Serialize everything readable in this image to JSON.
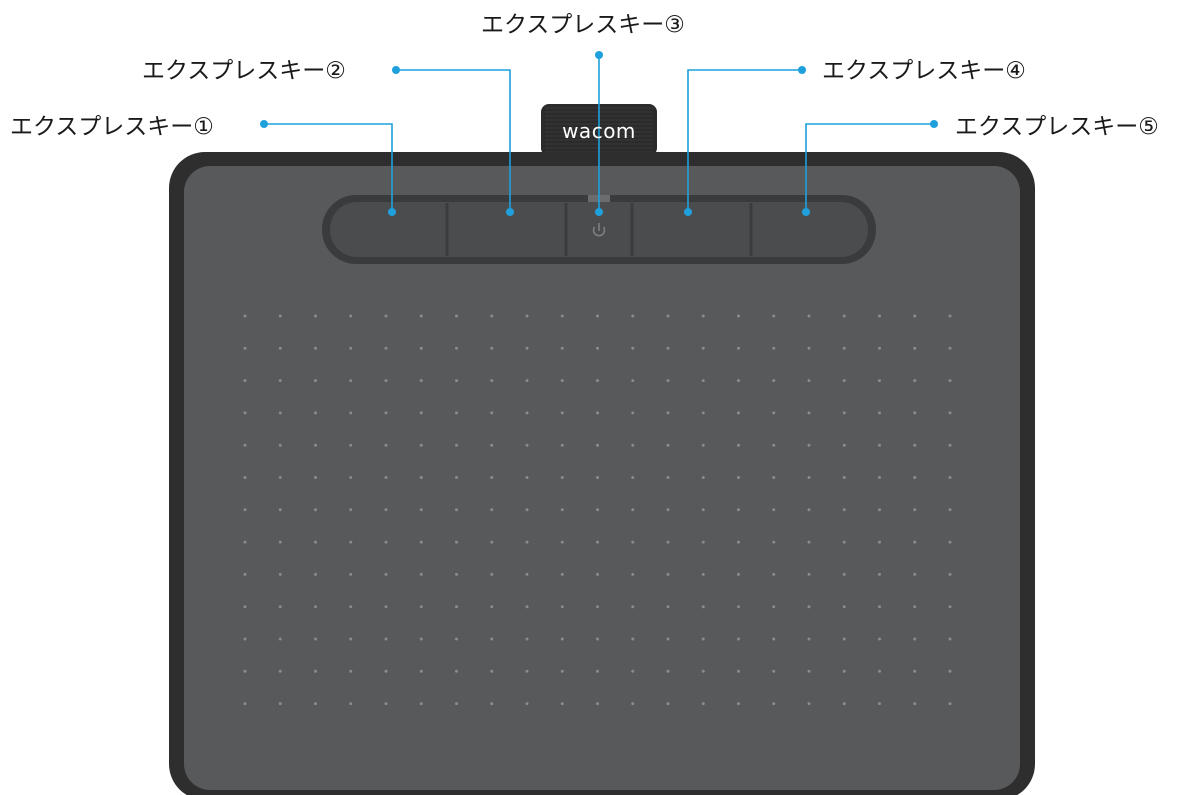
{
  "brand": {
    "logo_text": "wacom"
  },
  "callouts": [
    {
      "id": 1,
      "label": "エクスプレスキー①"
    },
    {
      "id": 2,
      "label": "エクスプレスキー②"
    },
    {
      "id": 3,
      "label": "エクスプレスキー③"
    },
    {
      "id": 4,
      "label": "エクスプレスキー④"
    },
    {
      "id": 5,
      "label": "エクスプレスキー⑤"
    }
  ],
  "colors": {
    "callout_line": "#1ea0dc",
    "tablet_frame": "#2e2e2f",
    "tablet_surface": "#58595b",
    "key_strip": "#4a4b4d",
    "grid_dot": "#8a8b8d"
  },
  "icons": {
    "power": "power-icon"
  }
}
